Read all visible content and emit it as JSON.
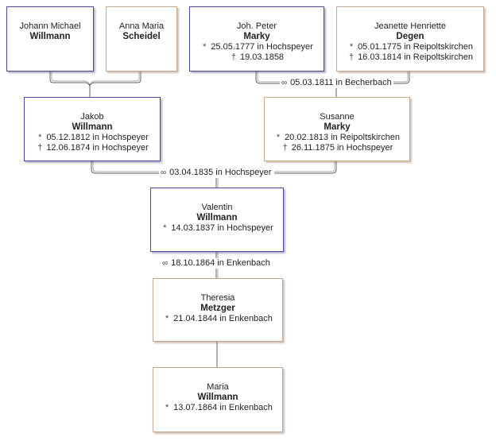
{
  "persons": {
    "johann_michael": {
      "given": "Johann Michael",
      "surname": "Willmann",
      "sex": "male"
    },
    "anna_maria": {
      "given": "Anna Maria",
      "surname": "Scheidel",
      "sex": "female"
    },
    "joh_peter": {
      "given": "Joh. Peter",
      "surname": "Marky",
      "sex": "male",
      "birth": "25.05.1777 in Hochspeyer",
      "death": "19.03.1858"
    },
    "jeanette": {
      "given": "Jeanette Henriette",
      "surname": "Degen",
      "sex": "female",
      "birth": "05.01.1775 in Reipoltskirchen",
      "death": "16.03.1814 in Reipoltskirchen"
    },
    "jakob": {
      "given": "Jakob",
      "surname": "Willmann",
      "sex": "male",
      "birth": "05.12.1812 in Hochspeyer",
      "death": "12.06.1874 in Hochspeyer"
    },
    "susanne": {
      "given": "Susanne",
      "surname": "Marky",
      "sex": "female",
      "birth": "20.02.1813 in Reipoltskirchen",
      "death": "26.11.1875 in Hochspeyer"
    },
    "valentin": {
      "given": "Valentin",
      "surname": "Willmann",
      "sex": "male",
      "birth": "14.03.1837 in Hochspeyer"
    },
    "theresia": {
      "given": "Theresia",
      "surname": "Metzger",
      "sex": "female",
      "birth": "21.04.1844 in Enkenbach"
    },
    "maria": {
      "given": "Maria",
      "surname": "Willmann",
      "sex": "female",
      "birth": "13.07.1864 in Enkenbach"
    }
  },
  "marriages": {
    "marky_degen": "05.03.1811 in Becherbach",
    "willmann_marky": "03.04.1835 in Hochspeyer",
    "willmann_metzger": "18.10.1864 in Enkenbach"
  },
  "symbols": {
    "birth": "*",
    "death": "†",
    "marriage": "∞"
  },
  "colors": {
    "male_border": "#4a4a9a",
    "female_border": "#c8a890",
    "line": "#555555"
  }
}
